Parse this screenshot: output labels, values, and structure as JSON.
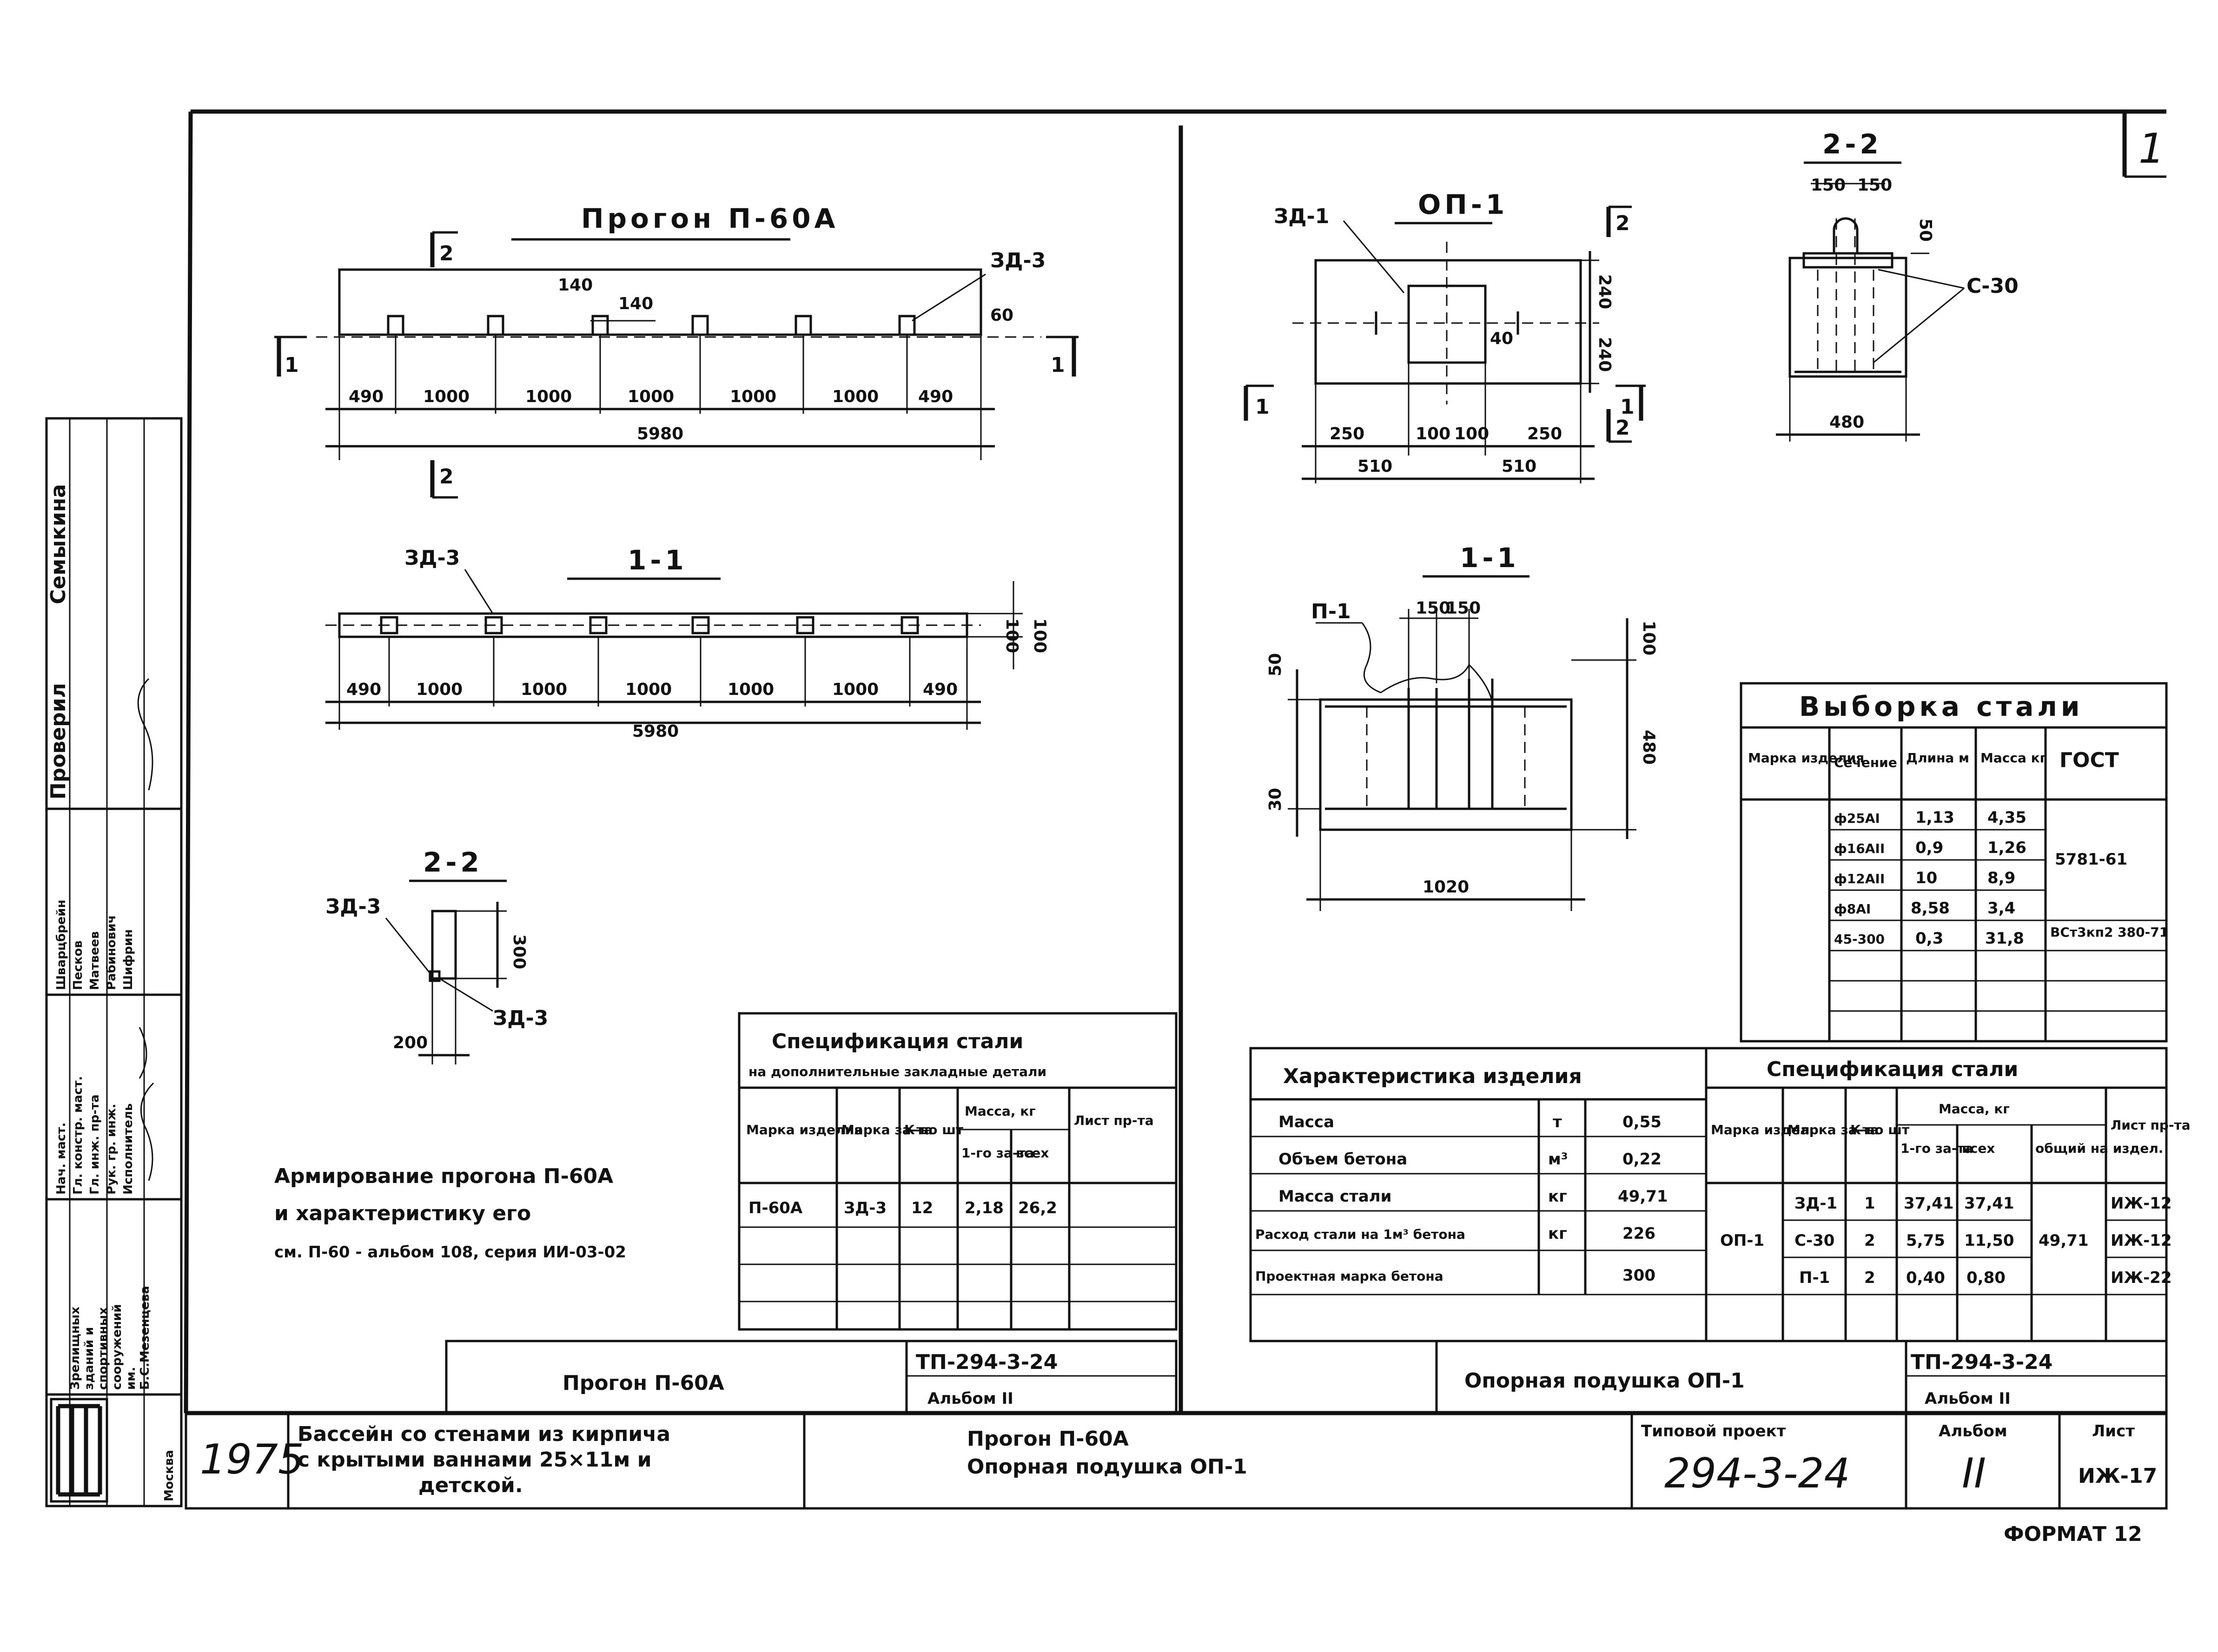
{
  "sheet_number": "1",
  "format": "ФОРМАТ 12",
  "left": {
    "title": "Прогон П-60А",
    "section_1_title": "1-1",
    "section_2_title": "2-2",
    "cut_1": "1",
    "cut_2": "2",
    "embed_label": "ЗД-3",
    "dims_top": [
      "490",
      "1000",
      "1000",
      "1000",
      "1000",
      "1000",
      "490"
    ],
    "dim_total": "5980",
    "dim_140a": "140",
    "dim_140b": "140",
    "dim_60": "60",
    "dim_100": "100",
    "dim_100b": "100",
    "dim_300": "300",
    "dim_200": "200",
    "note_lines": [
      "Армирование прогона П-60А",
      "и характеристику его",
      "см. П-60 - альбом 108, серия ИИ-03-02"
    ]
  },
  "spec_left": {
    "title": "Спецификация стали",
    "subtitle": "на дополнительные закладные детали",
    "headers": [
      "Марка изделия",
      "Марка за-та",
      "К-во шт",
      "Масса, кг",
      "1-го за-та",
      "всех",
      "Лист пр-та"
    ],
    "row": [
      "П-60А",
      "ЗД-3",
      "12",
      "2,18",
      "26,2"
    ]
  },
  "right": {
    "plan_title": "ОП-1",
    "section_title_11": "1-1",
    "section_title_22": "2-2",
    "label_zd1": "ЗД-1",
    "label_c30": "С-30",
    "label_p1": "П-1",
    "plan_dims": [
      "250",
      "100",
      "100",
      "250"
    ],
    "plan_dims_b": [
      "510",
      "510"
    ],
    "plan_h": [
      "240",
      "240"
    ],
    "dim_40": "40",
    "dims_22": [
      "150",
      "150"
    ],
    "dim_50": "50",
    "dim_480": "480",
    "dims_11": [
      "150",
      "150"
    ],
    "dim_1020": "1020",
    "dim_100v": "100",
    "dim_480v": "480",
    "dim_50v": "50",
    "dim_30v": "30"
  },
  "steel_sel": {
    "title": "Выборка стали",
    "headers": [
      "Марка изделия",
      "Сечение",
      "Длина м",
      "Масса кг",
      "ГОСТ"
    ],
    "rows": [
      [
        "ф25АI",
        "1,13",
        "4,35"
      ],
      [
        "ф16АII",
        "0,9",
        "1,26"
      ],
      [
        "ф12АII",
        "10",
        "8,9"
      ],
      [
        "ф8АI",
        "8,58",
        "3,4"
      ],
      [
        "45-300",
        "0,3",
        "31,8"
      ]
    ],
    "gost1": "5781-61",
    "gost2": "ВСт3кп2 380-71"
  },
  "charact": {
    "title": "Характеристика изделия",
    "rows": [
      [
        "Масса",
        "т",
        "0,55"
      ],
      [
        "Объем бетона",
        "м³",
        "0,22"
      ],
      [
        "Масса стали",
        "кг",
        "49,71"
      ],
      [
        "Расход стали на 1м³ бетона",
        "кг",
        "226"
      ],
      [
        "Проектная марка бетона",
        "",
        "300"
      ]
    ]
  },
  "spec_right": {
    "title": "Спецификация стали",
    "headers": [
      "Марка издел.",
      "Марка за-та",
      "К-во шт",
      "Масса, кг",
      "1-го за-та",
      "всех",
      "общий на издел.",
      "Лист пр-та"
    ],
    "product": "ОП-1",
    "total": "49,71",
    "rows": [
      [
        "ЗД-1",
        "1",
        "37,41",
        "37,41",
        "ИЖ-12"
      ],
      [
        "С-30",
        "2",
        "5,75",
        "11,50",
        "ИЖ-12"
      ],
      [
        "П-1",
        "2",
        "0,40",
        "0,80",
        "ИЖ-22"
      ]
    ]
  },
  "stamp_mid": {
    "left_name": "Прогон П-60А",
    "left_code": "ТП-294-3-24",
    "left_album": "Альбом II",
    "right_name": "Опорная подушка ОП-1",
    "right_code": "ТП-294-3-24",
    "right_album": "Альбом II"
  },
  "title_block": {
    "year": "1975",
    "object_lines": [
      "Бассейн со стенами из кирпича",
      "с крытыми ваннами 25×11м и",
      "детской."
    ],
    "sheet_name_lines": [
      "Прогон П-60А",
      "Опорная подушка ОП-1"
    ],
    "project_label": "Типовой проект",
    "project_code": "294-3-24",
    "album_label": "Альбом",
    "album_value": "II",
    "sheet_label": "Лист",
    "sheet_value": "ИЖ-17"
  },
  "side_stamp": {
    "org": [
      "Зрелищных",
      "зданий и",
      "спортивных",
      "сооружений",
      "им.",
      "Б.С.Мезенцева"
    ],
    "city": "Москва",
    "roles": [
      "Нач. маст.",
      "Гл. констр. маст.",
      "Гл. инж. пр-та",
      "Рук. гр. инж.",
      "Исполнитель"
    ],
    "names": [
      "Шварцбрейн",
      "Песков",
      "Матвеев",
      "Рабинович",
      "Шифрин"
    ],
    "checked_label": "Проверил",
    "checked_name": "Семыкина"
  }
}
